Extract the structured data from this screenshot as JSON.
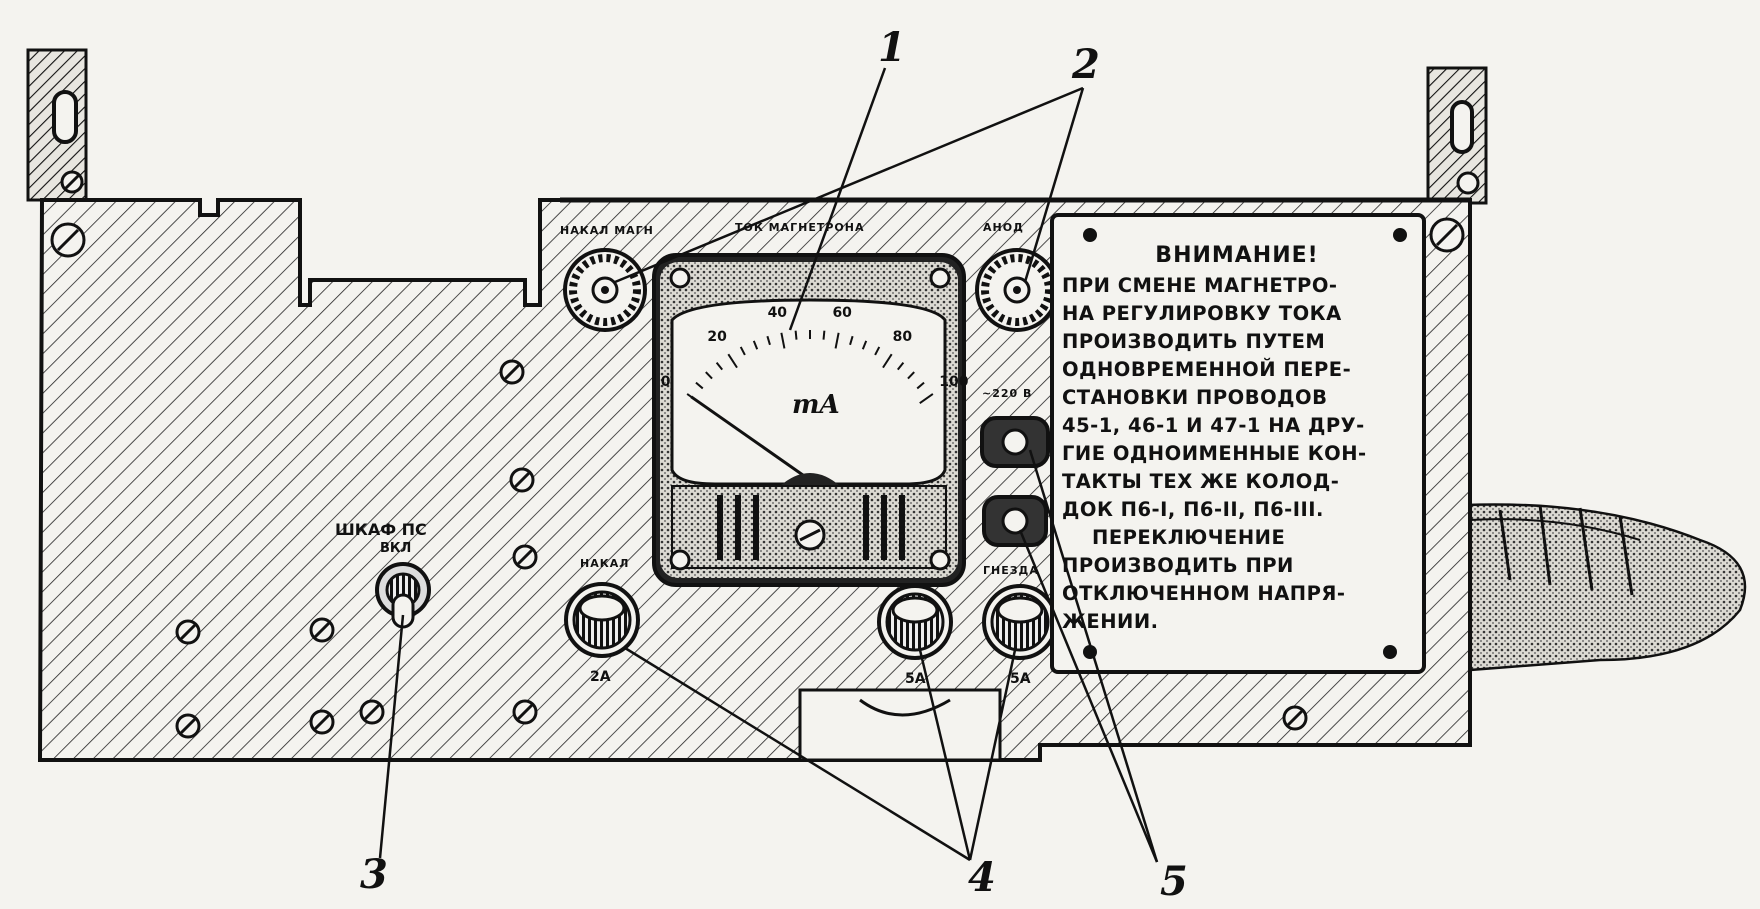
{
  "labels": {
    "filament_magnetron": "НАКАЛ МАГН",
    "magnetron_current": "ТОК МАГНЕТРОНА",
    "anode": "АНОД",
    "cabinet_ps_line1": "ШКАФ ПС",
    "cabinet_ps_line2": "ВКЛ",
    "filament": "НАКАЛ",
    "fuse_left": "2А",
    "fuse_mid": "5А",
    "fuse_right": "5А",
    "sockets": "ГНЕЗДА",
    "ac_voltage": "~220 В"
  },
  "meter": {
    "unit": "mA",
    "ticks": [
      "0",
      "20",
      "40",
      "60",
      "80",
      "100"
    ],
    "needle_value": 0
  },
  "notice": {
    "title": "ВНИМАНИЕ!",
    "lines": [
      "ПРИ СМЕНЕ МАГНЕТРО-",
      "НА РЕГУЛИРОВКУ ТОКА",
      "ПРОИЗВОДИТЬ ПУТЕМ",
      "ОДНОВРЕМЕННОЙ ПЕРЕ-",
      "СТАНОВКИ ПРОВОДОВ",
      "45-1, 46-1 И 47-1 НА ДРУ-",
      "ГИЕ ОДНОИМЕННЫЕ КОН-",
      "ТАКТЫ ТЕХ ЖЕ КОЛОД-",
      "ДОК П6-I, П6-II, П6-III.",
      "ПЕРЕКЛЮЧЕНИЕ",
      "ПРОИЗВОДИТЬ ПРИ",
      "ОТКЛЮЧЕННОМ НАПРЯ-",
      "ЖЕНИИ."
    ]
  },
  "callouts": [
    "1",
    "2",
    "3",
    "4",
    "5"
  ],
  "colors": {
    "ink": "#111111",
    "paper": "#f4f3ef"
  }
}
